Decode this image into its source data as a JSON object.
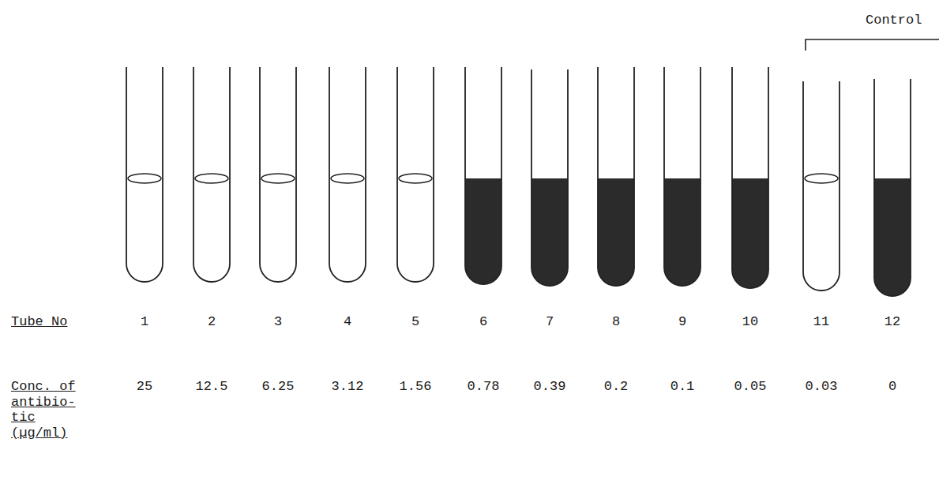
{
  "diagram": {
    "labels": [
      "Control",
      "Tube No",
      "1",
      "2",
      "3",
      "4",
      "5",
      "6",
      "7",
      "8",
      "9",
      "10",
      "11",
      "12",
      "Conc. of antibio- tic (µg/ml)",
      "25",
      "12.5",
      "6.25",
      "3.12",
      "1.56",
      "0.78",
      "0.39",
      "0.2",
      "0.1",
      "0.05",
      "0.03",
      "0"
    ]
  }
}
